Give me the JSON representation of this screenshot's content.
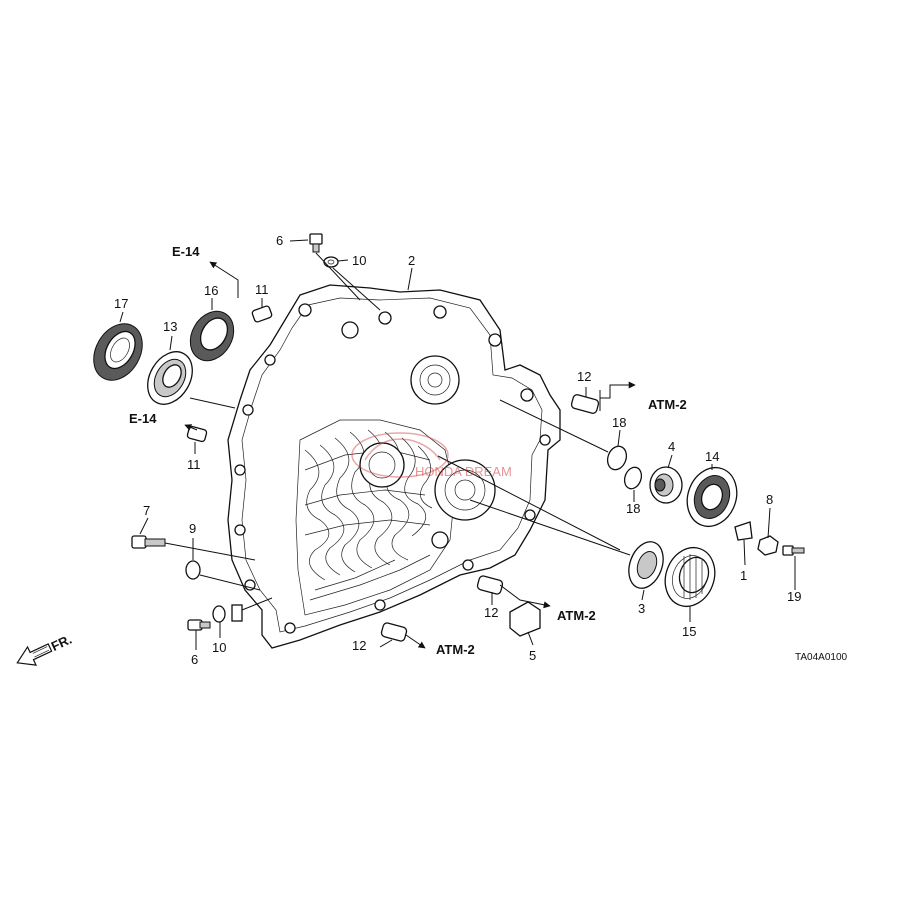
{
  "diagram": {
    "part_numbers": {
      "p1": "1",
      "p2": "2",
      "p3": "3",
      "p4": "4",
      "p5": "5",
      "p6a": "6",
      "p6b": "6",
      "p7": "7",
      "p8": "8",
      "p9": "9",
      "p10a": "10",
      "p10b": "10",
      "p11a": "11",
      "p11b": "11",
      "p12a": "12",
      "p12b": "12",
      "p12c": "12",
      "p13": "13",
      "p14": "14",
      "p15": "15",
      "p16": "16",
      "p17": "17",
      "p18a": "18",
      "p18b": "18",
      "p19": "19"
    },
    "references": {
      "e14_top": "E-14",
      "e14_mid": "E-14",
      "atm2_right": "ATM-2",
      "atm2_mid": "ATM-2",
      "atm2_bottom": "ATM-2"
    },
    "front_indicator": "FR.",
    "figure_code": "TA04A0100",
    "watermark": "HONDA DREAM"
  }
}
